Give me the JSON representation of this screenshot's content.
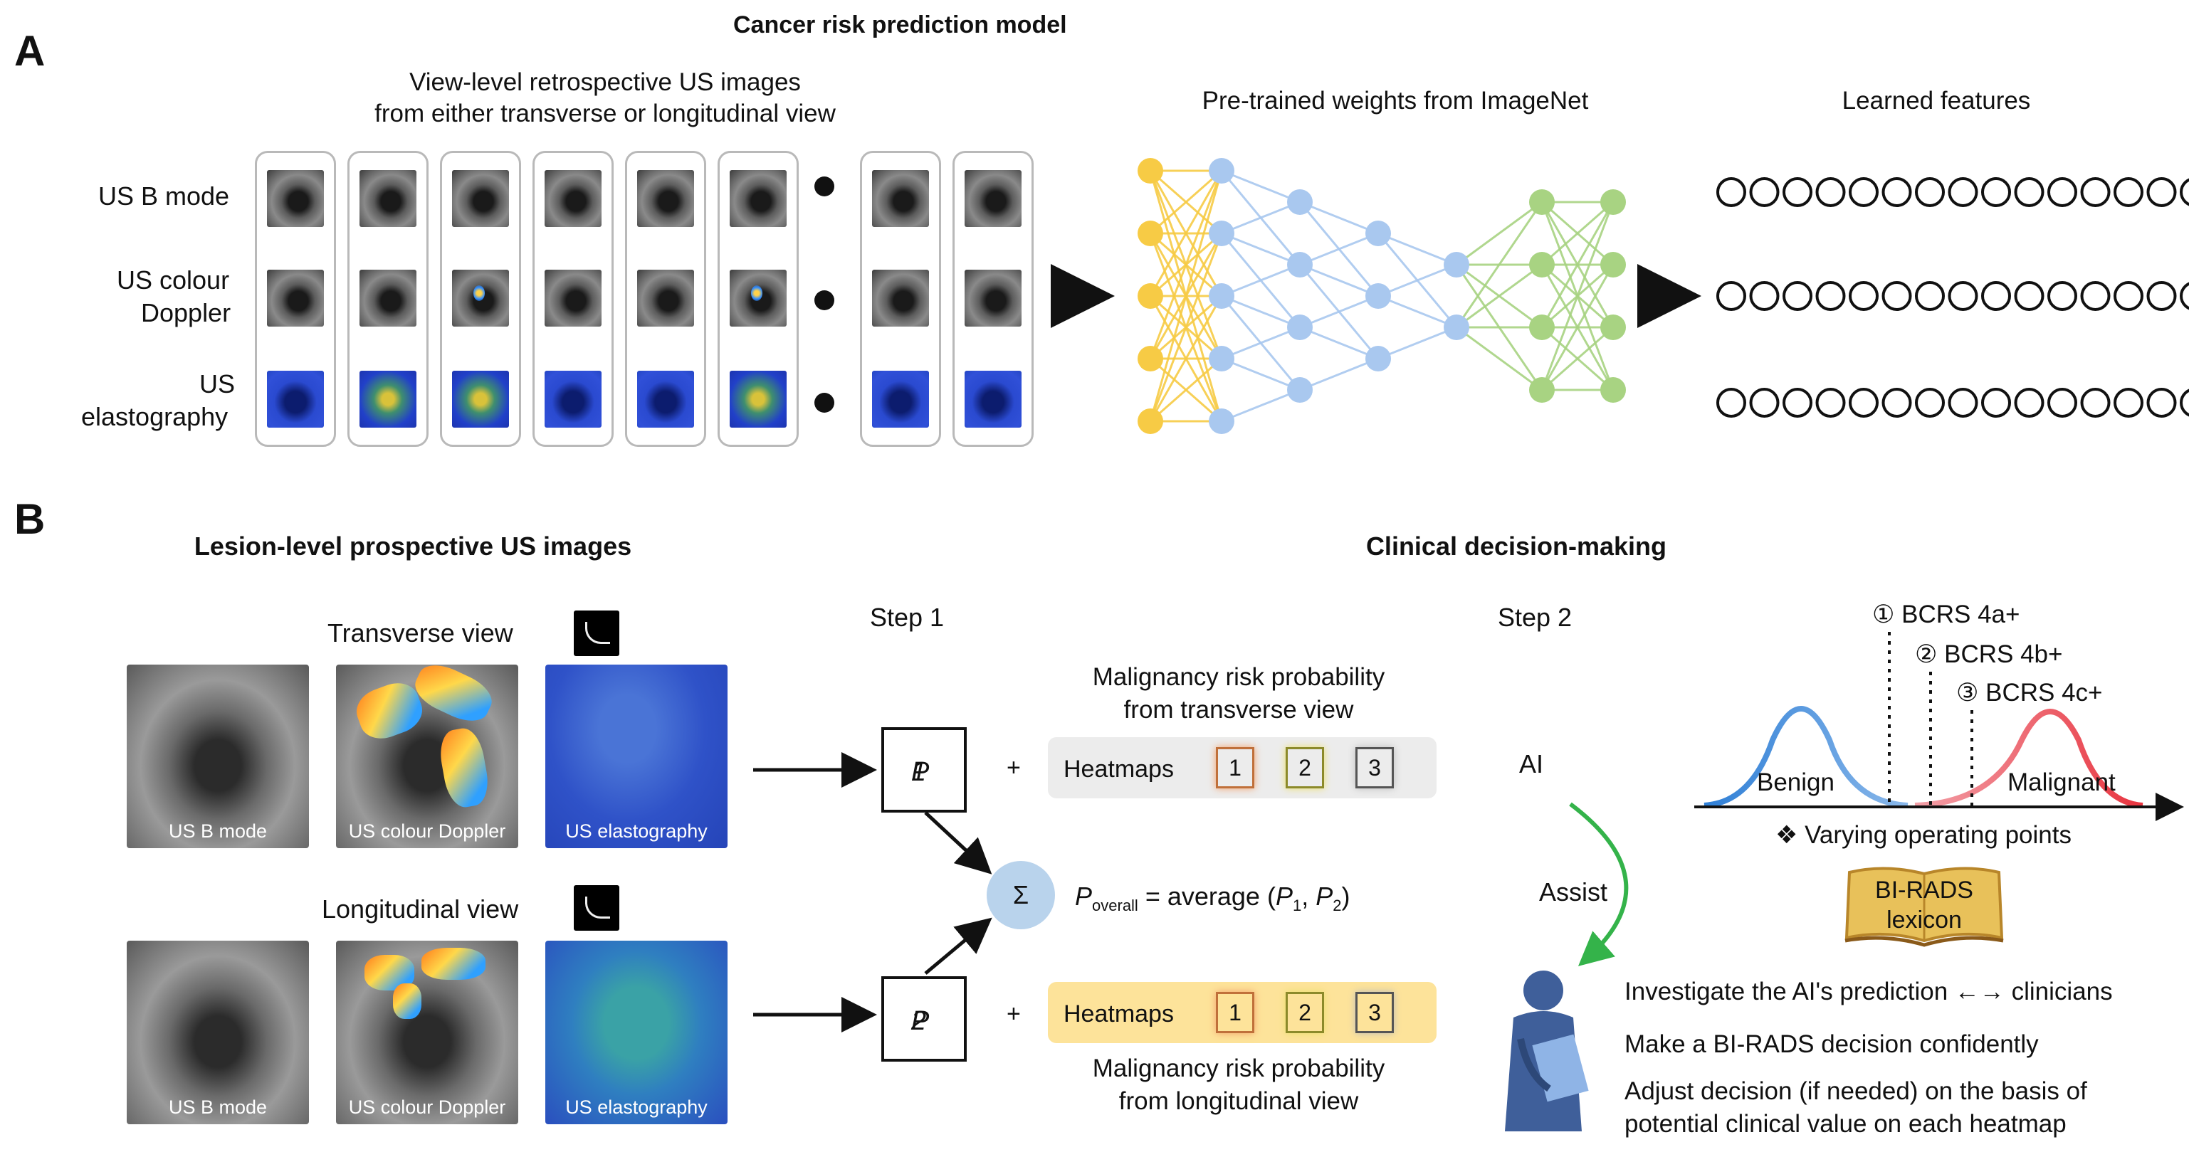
{
  "panel_a": {
    "letter": "A",
    "title": "Cancer risk prediction model",
    "images_caption_line1": "View-level retrospective US images",
    "images_caption_line2": "from either transverse or longitudinal view",
    "row_labels": {
      "bmode": "US B mode",
      "doppler_line1": "US colour",
      "doppler_line2": "Doppler",
      "elasto_line1": "US",
      "elasto_line2": "elastography"
    },
    "network_caption": "Pre-trained weights from ImageNet",
    "features_caption": "Learned features",
    "colors": {
      "input_nodes": "#f7cb45",
      "hidden_nodes": "#a9c8ef",
      "output_nodes": "#a8d382"
    }
  },
  "panel_b": {
    "letter": "B",
    "left_title": "Lesion-level prospective US images",
    "right_title": "Clinical decision-making",
    "transverse_label": "Transverse view",
    "longitudinal_label": "Longitudinal view",
    "image_labels": {
      "bmode": "US B mode",
      "doppler": "US colour Doppler",
      "elasto": "US elastography"
    },
    "step1": "Step 1",
    "step2": "Step 2",
    "p1": "P",
    "p1_sub": "1",
    "p2": "P",
    "p2_sub": "2",
    "plus": "+",
    "heatmaps_label": "Heatmaps",
    "heatmap_numbers": [
      "1",
      "2",
      "3"
    ],
    "trans_prob_line1": "Malignancy risk probability",
    "trans_prob_line2": "from transverse view",
    "long_prob_line1": "Malignancy risk probability",
    "long_prob_line2": "from longitudinal view",
    "sigma": "Σ",
    "formula_p": "P",
    "formula_sub": "overall",
    "formula_rest": " = average (",
    "formula_p1": "P",
    "formula_p1_sub": "1",
    "formula_comma": ", ",
    "formula_p2": "P",
    "formula_p2_sub": "2",
    "formula_close": ")",
    "ai": "AI",
    "assist": "Assist",
    "bcrs": [
      "① BCRS 4a+",
      "② BCRS 4b+",
      "③ BCRS 4c+"
    ],
    "benign": "Benign",
    "malignant": "Malignant",
    "operating_points": "❖  Varying operating points",
    "book_line1": "BI-RADS",
    "book_line2": "lexicon",
    "action1": "Investigate the AI's prediction ←→ clinicians",
    "action2": "Make a BI-RADS decision confidently",
    "action3_line1": "Adjust decision (if needed) on the basis of",
    "action3_line2": "potential clinical value on each heatmap",
    "colors": {
      "benign": "#2f7fd6",
      "malignant": "#e8343f",
      "assist_arrow": "#34b34a",
      "sigma_circle": "#b9d3ec",
      "heatmap_row_long": "#fde39a",
      "heatmap_row_trans": "#ececec"
    }
  }
}
